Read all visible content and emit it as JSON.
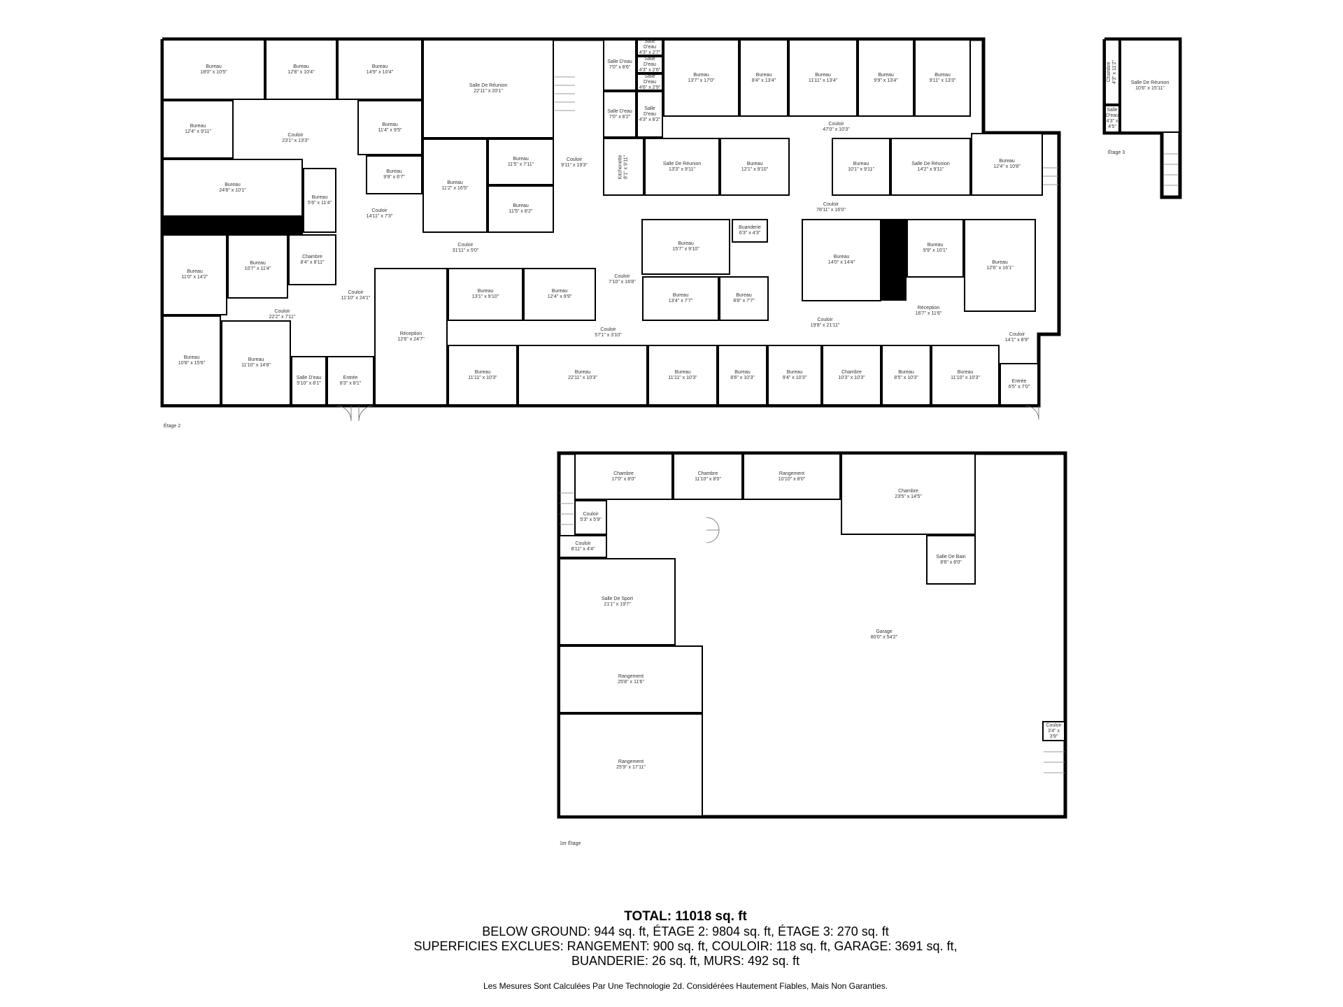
{
  "floors": {
    "etage2": {
      "label": "Étage 2",
      "rooms": [
        {
          "name": "Bureau",
          "dims": "18'0\" x 10'5\""
        },
        {
          "name": "Bureau",
          "dims": "12'8\" x 10'4\""
        },
        {
          "name": "Bureau",
          "dims": "14'9\" x 10'4\""
        },
        {
          "name": "Salle De Réunion",
          "dims": "22'11\" x 20'1\""
        },
        {
          "name": "Bureau",
          "dims": "12'4\" x 9'11\""
        },
        {
          "name": "Couloir",
          "dims": "23'1\" x 13'3\""
        },
        {
          "name": "Bureau",
          "dims": "11'4\" x 9'5\""
        },
        {
          "name": "Bureau",
          "dims": "24'8\" x 10'1\""
        },
        {
          "name": "Bureau",
          "dims": "5'6\" x 11'4\""
        },
        {
          "name": "Bureau",
          "dims": "9'9\" x 6'7\""
        },
        {
          "name": "Couloir",
          "dims": "14'11\" x 7'3\""
        },
        {
          "name": "Bureau",
          "dims": "11'2\" x 16'5\""
        },
        {
          "name": "Bureau",
          "dims": "11'5\" x 7'11\""
        },
        {
          "name": "Bureau",
          "dims": "11'5\" x 8'2\""
        },
        {
          "name": "Couloir",
          "dims": "9'11\" x 19'3\""
        },
        {
          "name": "Couloir",
          "dims": "31'11\" x 5'0\""
        },
        {
          "name": "Bureau",
          "dims": "11'0\" x 14'2\""
        },
        {
          "name": "Bureau",
          "dims": "10'7\" x 11'4\""
        },
        {
          "name": "Chambre",
          "dims": "8'4\" x 8'11\""
        },
        {
          "name": "Couloir",
          "dims": "22'2\" x 7'11\""
        },
        {
          "name": "Couloir",
          "dims": "11'10\" x 24'1\""
        },
        {
          "name": "Bureau",
          "dims": "10'8\" x 15'6\""
        },
        {
          "name": "Bureau",
          "dims": "11'10\" x 14'8\""
        },
        {
          "name": "Salle D'eau",
          "dims": "5'10\" x 8'1\""
        },
        {
          "name": "Entrée",
          "dims": "8'3\" x 8'1\""
        },
        {
          "name": "Réception",
          "dims": "12'6\" x 24'7\""
        },
        {
          "name": "Bureau",
          "dims": "13'1\" x 9'10\""
        },
        {
          "name": "Bureau",
          "dims": "12'4\" x 9'9\""
        },
        {
          "name": "Couloir",
          "dims": "57'1\" x 3'10\""
        },
        {
          "name": "Bureau",
          "dims": "11'11\" x 10'3\""
        },
        {
          "name": "Bureau",
          "dims": "22'11\" x 10'3\""
        },
        {
          "name": "Salle D'eau",
          "dims": "7'0\" x 8'6\""
        },
        {
          "name": "Salle D'eau",
          "dims": "4'3\" x 2'7\""
        },
        {
          "name": "Salle D'eau",
          "dims": "4'3\" x 2'6\""
        },
        {
          "name": "Salle D'eau",
          "dims": "4'6\" x 2'9\""
        },
        {
          "name": "Salle D'eau",
          "dims": "7'0\" x 8'2\""
        },
        {
          "name": "Salle D'eau",
          "dims": "4'3\" x 8'2\""
        },
        {
          "name": "Bureau",
          "dims": "13'7\" x 17'0\""
        },
        {
          "name": "Bureau",
          "dims": "8'4\" x 13'4\""
        },
        {
          "name": "Bureau",
          "dims": "11'11\" x 13'4\""
        },
        {
          "name": "Bureau",
          "dims": "9'9\" x 13'4\""
        },
        {
          "name": "Bureau",
          "dims": "9'11\" x 13'3\""
        },
        {
          "name": "Couloir",
          "dims": "47'0\" x 10'3\""
        },
        {
          "name": "Kitchenette",
          "dims": "8'1\" x 9'11\""
        },
        {
          "name": "Salle De Réunion",
          "dims": "13'3\" x 9'11\""
        },
        {
          "name": "Bureau",
          "dims": "12'1\" x 9'10\""
        },
        {
          "name": "Bureau",
          "dims": "10'1\" x 9'11\""
        },
        {
          "name": "Salle De Réunion",
          "dims": "14'2\" x 9'11\""
        },
        {
          "name": "Bureau",
          "dims": "12'4\" x 10'8\""
        },
        {
          "name": "Couloir",
          "dims": "78'11\" x 16'0\""
        },
        {
          "name": "Bureau",
          "dims": "15'7\" x 9'10\""
        },
        {
          "name": "Buanderie",
          "dims": "6'3\" x 4'3\""
        },
        {
          "name": "Couloir",
          "dims": "7'10\" x 16'8\""
        },
        {
          "name": "Bureau",
          "dims": "13'4\" x 7'7\""
        },
        {
          "name": "Bureau",
          "dims": "8'8\" x 7'7\""
        },
        {
          "name": "Bureau",
          "dims": "14'0\" x 14'4\""
        },
        {
          "name": "Couloir",
          "dims": "19'8\" x 21'11\""
        },
        {
          "name": "Bureau",
          "dims": "9'9\" x 10'1\""
        },
        {
          "name": "Bureau",
          "dims": "12'6\" x 16'1\""
        },
        {
          "name": "Réception",
          "dims": "16'7\" x 11'6\""
        },
        {
          "name": "Couloir",
          "dims": "14'1\" x 8'9\""
        },
        {
          "name": "Bureau",
          "dims": "11'11\" x 10'3\""
        },
        {
          "name": "Bureau",
          "dims": "8'6\" x 10'3\""
        },
        {
          "name": "Bureau",
          "dims": "9'4\" x 10'3\""
        },
        {
          "name": "Chambre",
          "dims": "10'3\" x 10'3\""
        },
        {
          "name": "Bureau",
          "dims": "8'5\" x 10'3\""
        },
        {
          "name": "Bureau",
          "dims": "11'10\" x 10'3\""
        },
        {
          "name": "Entrée",
          "dims": "6'5\" x 7'0\""
        }
      ]
    },
    "etage3": {
      "label": "Étage 3",
      "rooms": [
        {
          "name": "Chambre",
          "dims": "4'3\" x 11'2\""
        },
        {
          "name": "Salle D'eau",
          "dims": "4'3\" x 4'5\""
        },
        {
          "name": "Salle De Réunion",
          "dims": "10'6\" x 15'11\""
        }
      ]
    },
    "etage1": {
      "label": "1er Étage",
      "rooms": [
        {
          "name": "Chambre",
          "dims": "17'0\" x 8'0\""
        },
        {
          "name": "Chambre",
          "dims": "11'10\" x 8'0\""
        },
        {
          "name": "Rangement",
          "dims": "10'10\" x 8'0\""
        },
        {
          "name": "Chambre",
          "dims": "23'5\" x 14'5\""
        },
        {
          "name": "Couloir",
          "dims": "5'3\" x 5'9\""
        },
        {
          "name": "Couloir",
          "dims": "8'11\" x 4'4\""
        },
        {
          "name": "Salle De Bain",
          "dims": "8'6\" x 8'0\""
        },
        {
          "name": "Salle De Sport",
          "dims": "21'1\" x 19'7\""
        },
        {
          "name": "Rangement",
          "dims": "25'8\" x 11'6\""
        },
        {
          "name": "Rangement",
          "dims": "25'9\" x 17'11\""
        },
        {
          "name": "Garage",
          "dims": "80'0\" x 54'2\""
        },
        {
          "name": "Couloir",
          "dims": "3'4\" x 3'9\""
        }
      ]
    }
  },
  "summary": {
    "total": "TOTAL: 11018 sq. ft",
    "line1": "BELOW GROUND: 944 sq. ft, ÉTAGE 2: 9804 sq. ft, ÉTAGE 3: 270 sq. ft",
    "line2": "SUPERFICIES EXCLUES: RANGEMENT: 900 sq. ft, COULOIR: 118 sq. ft, GARAGE: 3691 sq. ft,",
    "line3": "BUANDERIE: 26 sq. ft, MURS: 492 sq. ft",
    "disclaimer": "Les Mesures Sont Calculées Par Une Technologie 2d. Considérées Hautement Fiables, Mais Non Garanties."
  }
}
